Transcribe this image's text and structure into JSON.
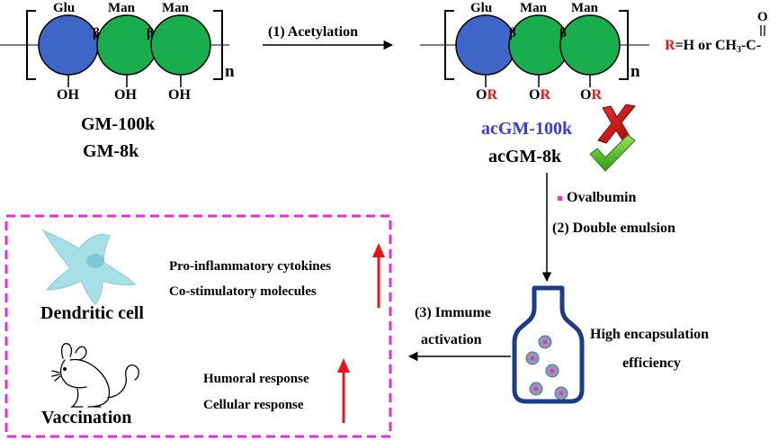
{
  "left_polymer": {
    "units": [
      "Glu",
      "Man",
      "Man"
    ],
    "bonds": [
      "β",
      "β"
    ],
    "substituents": [
      "OH",
      "OH",
      "OH"
    ],
    "repeat": "n",
    "names": [
      "GM-100k",
      "GM-8k"
    ]
  },
  "step1": {
    "label": "(1) Acetylation"
  },
  "right_polymer": {
    "units": [
      "Glu",
      "Man",
      "Man"
    ],
    "bonds": [
      "β",
      "β"
    ],
    "substituent_o": "O",
    "substituent_r": "R",
    "repeat": "n",
    "names": [
      "acGM-100k",
      "acGM-8k"
    ]
  },
  "r_definition": {
    "r": "R",
    "eq": "=H or CH",
    "sub": "3",
    "tail": "-C-",
    "carbonyl_o": "O"
  },
  "step2": {
    "reagent": "Ovalbumin",
    "label": "(2) Double emulsion"
  },
  "step3": {
    "line1": "(3) Immume",
    "line2": "activation"
  },
  "encapsulation": {
    "line1": "High encapsulation",
    "line2": "efficiency"
  },
  "outcomes": {
    "dendritic": {
      "name": "Dendritic cell",
      "line1": "Pro-inflammatory cytokines",
      "line2": "Co-stimulatory molecules"
    },
    "vaccination": {
      "name": "Vaccination",
      "line1": "Humoral response",
      "line2": "Cellular response"
    }
  },
  "colors": {
    "glucose": "#3e66c8",
    "mannose": "#19ad4e",
    "magenta": "#e02ee0",
    "red": "#e8141b",
    "blue_text": "#3b3bd6",
    "bottle": "#1c3b8c",
    "cell": "#a6dfe6",
    "bead": "#8c9bb0"
  },
  "icons": [
    "red-x-mark-icon",
    "green-check-mark-icon",
    "ovalbumin-square-icon",
    "dendritic-cell-icon",
    "mouse-icon",
    "bottle-icon",
    "up-arrow-icon"
  ]
}
